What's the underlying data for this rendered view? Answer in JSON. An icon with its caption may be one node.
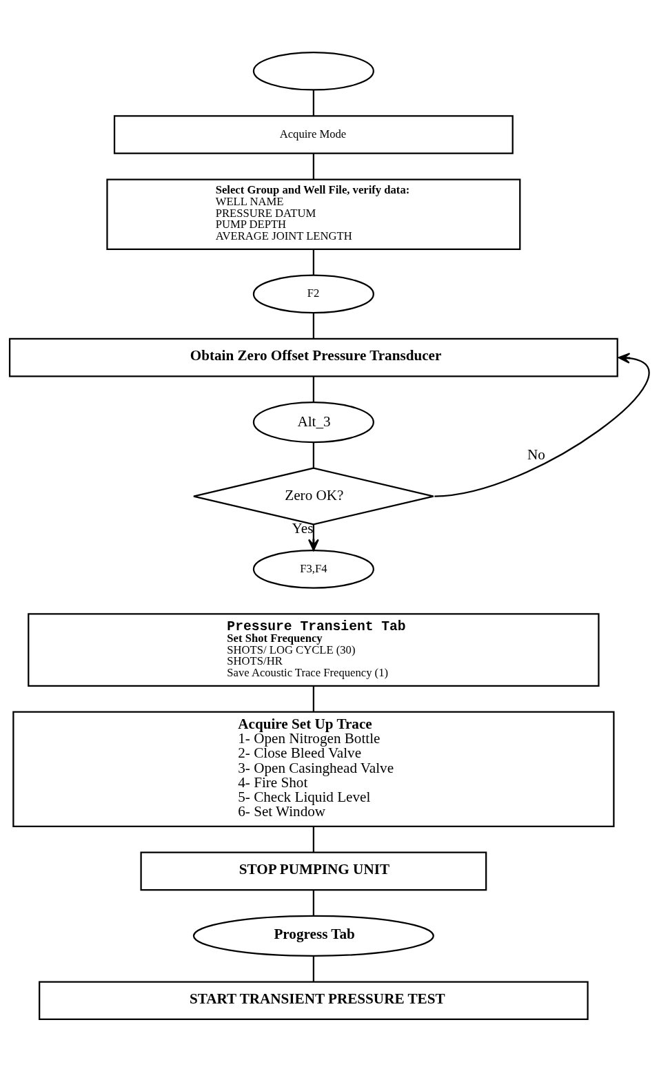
{
  "diagram": {
    "nodes": [
      {
        "text": [],
        "shape": "ellipse"
      },
      {
        "text": [
          "Acquire Mode"
        ]
      },
      {
        "text": [
          "Select Group and Well File, verify data:",
          "WELL NAME",
          "PRESSURE DATUM",
          "PUMP DEPTH",
          "AVERAGE JOINT LENGTH"
        ]
      },
      {
        "text": [
          "F2"
        ]
      },
      {
        "text": [
          "Obtain Zero Offset Pressure Transducer"
        ]
      },
      {
        "text": [
          "Alt_3"
        ]
      },
      {
        "text": [
          "Zero OK?"
        ]
      },
      {
        "text": [
          "F3,F4"
        ]
      },
      {
        "text": [
          "Pressure Transient Tab",
          "Set Shot Frequency",
          "SHOTS/ LOG CYCLE (30)",
          "SHOTS/HR",
          "Save Acoustic Trace Frequency (1)"
        ]
      },
      {
        "text": [
          "Acquire Set Up Trace",
          "1- Open Nitrogen Bottle",
          "2- Close Bleed Valve",
          "3- Open Casinghead Valve",
          "4- Fire Shot",
          "5- Check Liquid Level",
          "6- Set Window"
        ]
      },
      {
        "text": [
          "STOP PUMPING UNIT"
        ]
      },
      {
        "text": [
          "Progress Tab"
        ]
      },
      {
        "text": [
          "START TRANSIENT PRESSURE TEST"
        ]
      }
    ],
    "edges": [
      {
        "from": 0,
        "to": 1,
        "arrow": "none"
      },
      {
        "from": 1,
        "to": 2,
        "arrow": "none"
      },
      {
        "from": 2,
        "to": 3,
        "arrow": "none"
      },
      {
        "from": 3,
        "to": 4,
        "arrow": "none"
      },
      {
        "from": 4,
        "to": 5,
        "arrow": "none"
      },
      {
        "from": 5,
        "to": 6,
        "arrow": "none"
      },
      {
        "from": 6,
        "to": 7,
        "arrow": "to",
        "label": "Yes"
      },
      {
        "from": 6,
        "to": 4,
        "arrow": "to",
        "label": "No"
      },
      {
        "from": 8,
        "to": 9,
        "arrow": "none"
      },
      {
        "from": 9,
        "to": 10,
        "arrow": "none"
      },
      {
        "from": 10,
        "to": 11,
        "arrow": "none"
      },
      {
        "from": 11,
        "to": 12,
        "arrow": "none"
      }
    ]
  }
}
